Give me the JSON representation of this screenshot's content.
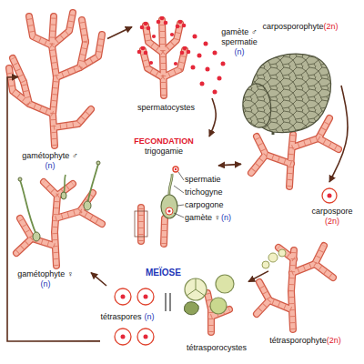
{
  "diagram": {
    "nodes": [
      {
        "text": [
          "gamétophyte ♂",
          "(n)"
        ]
      },
      {
        "text": [
          "spermatocystes"
        ]
      },
      {
        "text": [
          "gamète ♂",
          "spermatie",
          "(n)"
        ]
      },
      {
        "text": [
          "carposporophyte",
          "(2n)"
        ]
      },
      {
        "text": [
          "FECONDATION",
          "trigogamie"
        ]
      },
      {
        "text": [
          "carpospore",
          "(2n)"
        ]
      },
      {
        "text": [
          "gamétophyte ♀",
          "(n)"
        ]
      },
      {
        "text": [
          "tétrasporophyte",
          "(2n)"
        ]
      },
      {
        "text": [
          "tétraspores",
          "(n)"
        ]
      },
      {
        "text": [
          "tétrasporocystes"
        ]
      }
    ],
    "edges": [
      {
        "from": 0,
        "to": 1,
        "arrow": "to"
      },
      {
        "from": 2,
        "to": 4,
        "arrow": "to"
      },
      {
        "from": 4,
        "to": 3,
        "arrow": "both"
      },
      {
        "from": 3,
        "to": 5,
        "arrow": "to"
      },
      {
        "from": 7,
        "to": 9,
        "arrow": "to"
      },
      {
        "from": 8,
        "to": 6,
        "arrow": "to"
      },
      {
        "from": 8,
        "to": 0,
        "arrow": "to"
      }
    ],
    "labels": [
      "spermatie",
      "trichogyne",
      "carpogone",
      "gamète ♀",
      "(n)",
      "MEÏOSE"
    ]
  }
}
